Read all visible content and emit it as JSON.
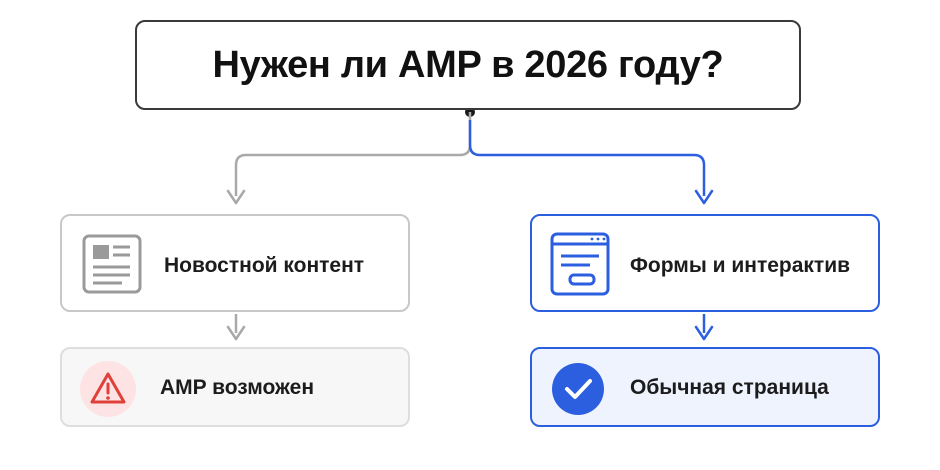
{
  "title": "Нужен ли AMP в 2026 году?",
  "nodes": {
    "news": {
      "label": "Новостной контент"
    },
    "amp": {
      "label": "AMP возможен"
    },
    "forms": {
      "label": "Формы и интерактив"
    },
    "page": {
      "label": "Обычная страница"
    }
  },
  "icons": {
    "news": "news-article-icon",
    "amp": "warning-triangle-icon",
    "forms": "form-window-icon",
    "page": "checkmark-circle-icon"
  },
  "colors": {
    "neutral_line": "#a9a9a9",
    "accent_blue": "#2c5fe0",
    "warning_red": "#e0403a",
    "warning_bg": "#fde3e3",
    "dark_border": "#3a3a3a"
  }
}
